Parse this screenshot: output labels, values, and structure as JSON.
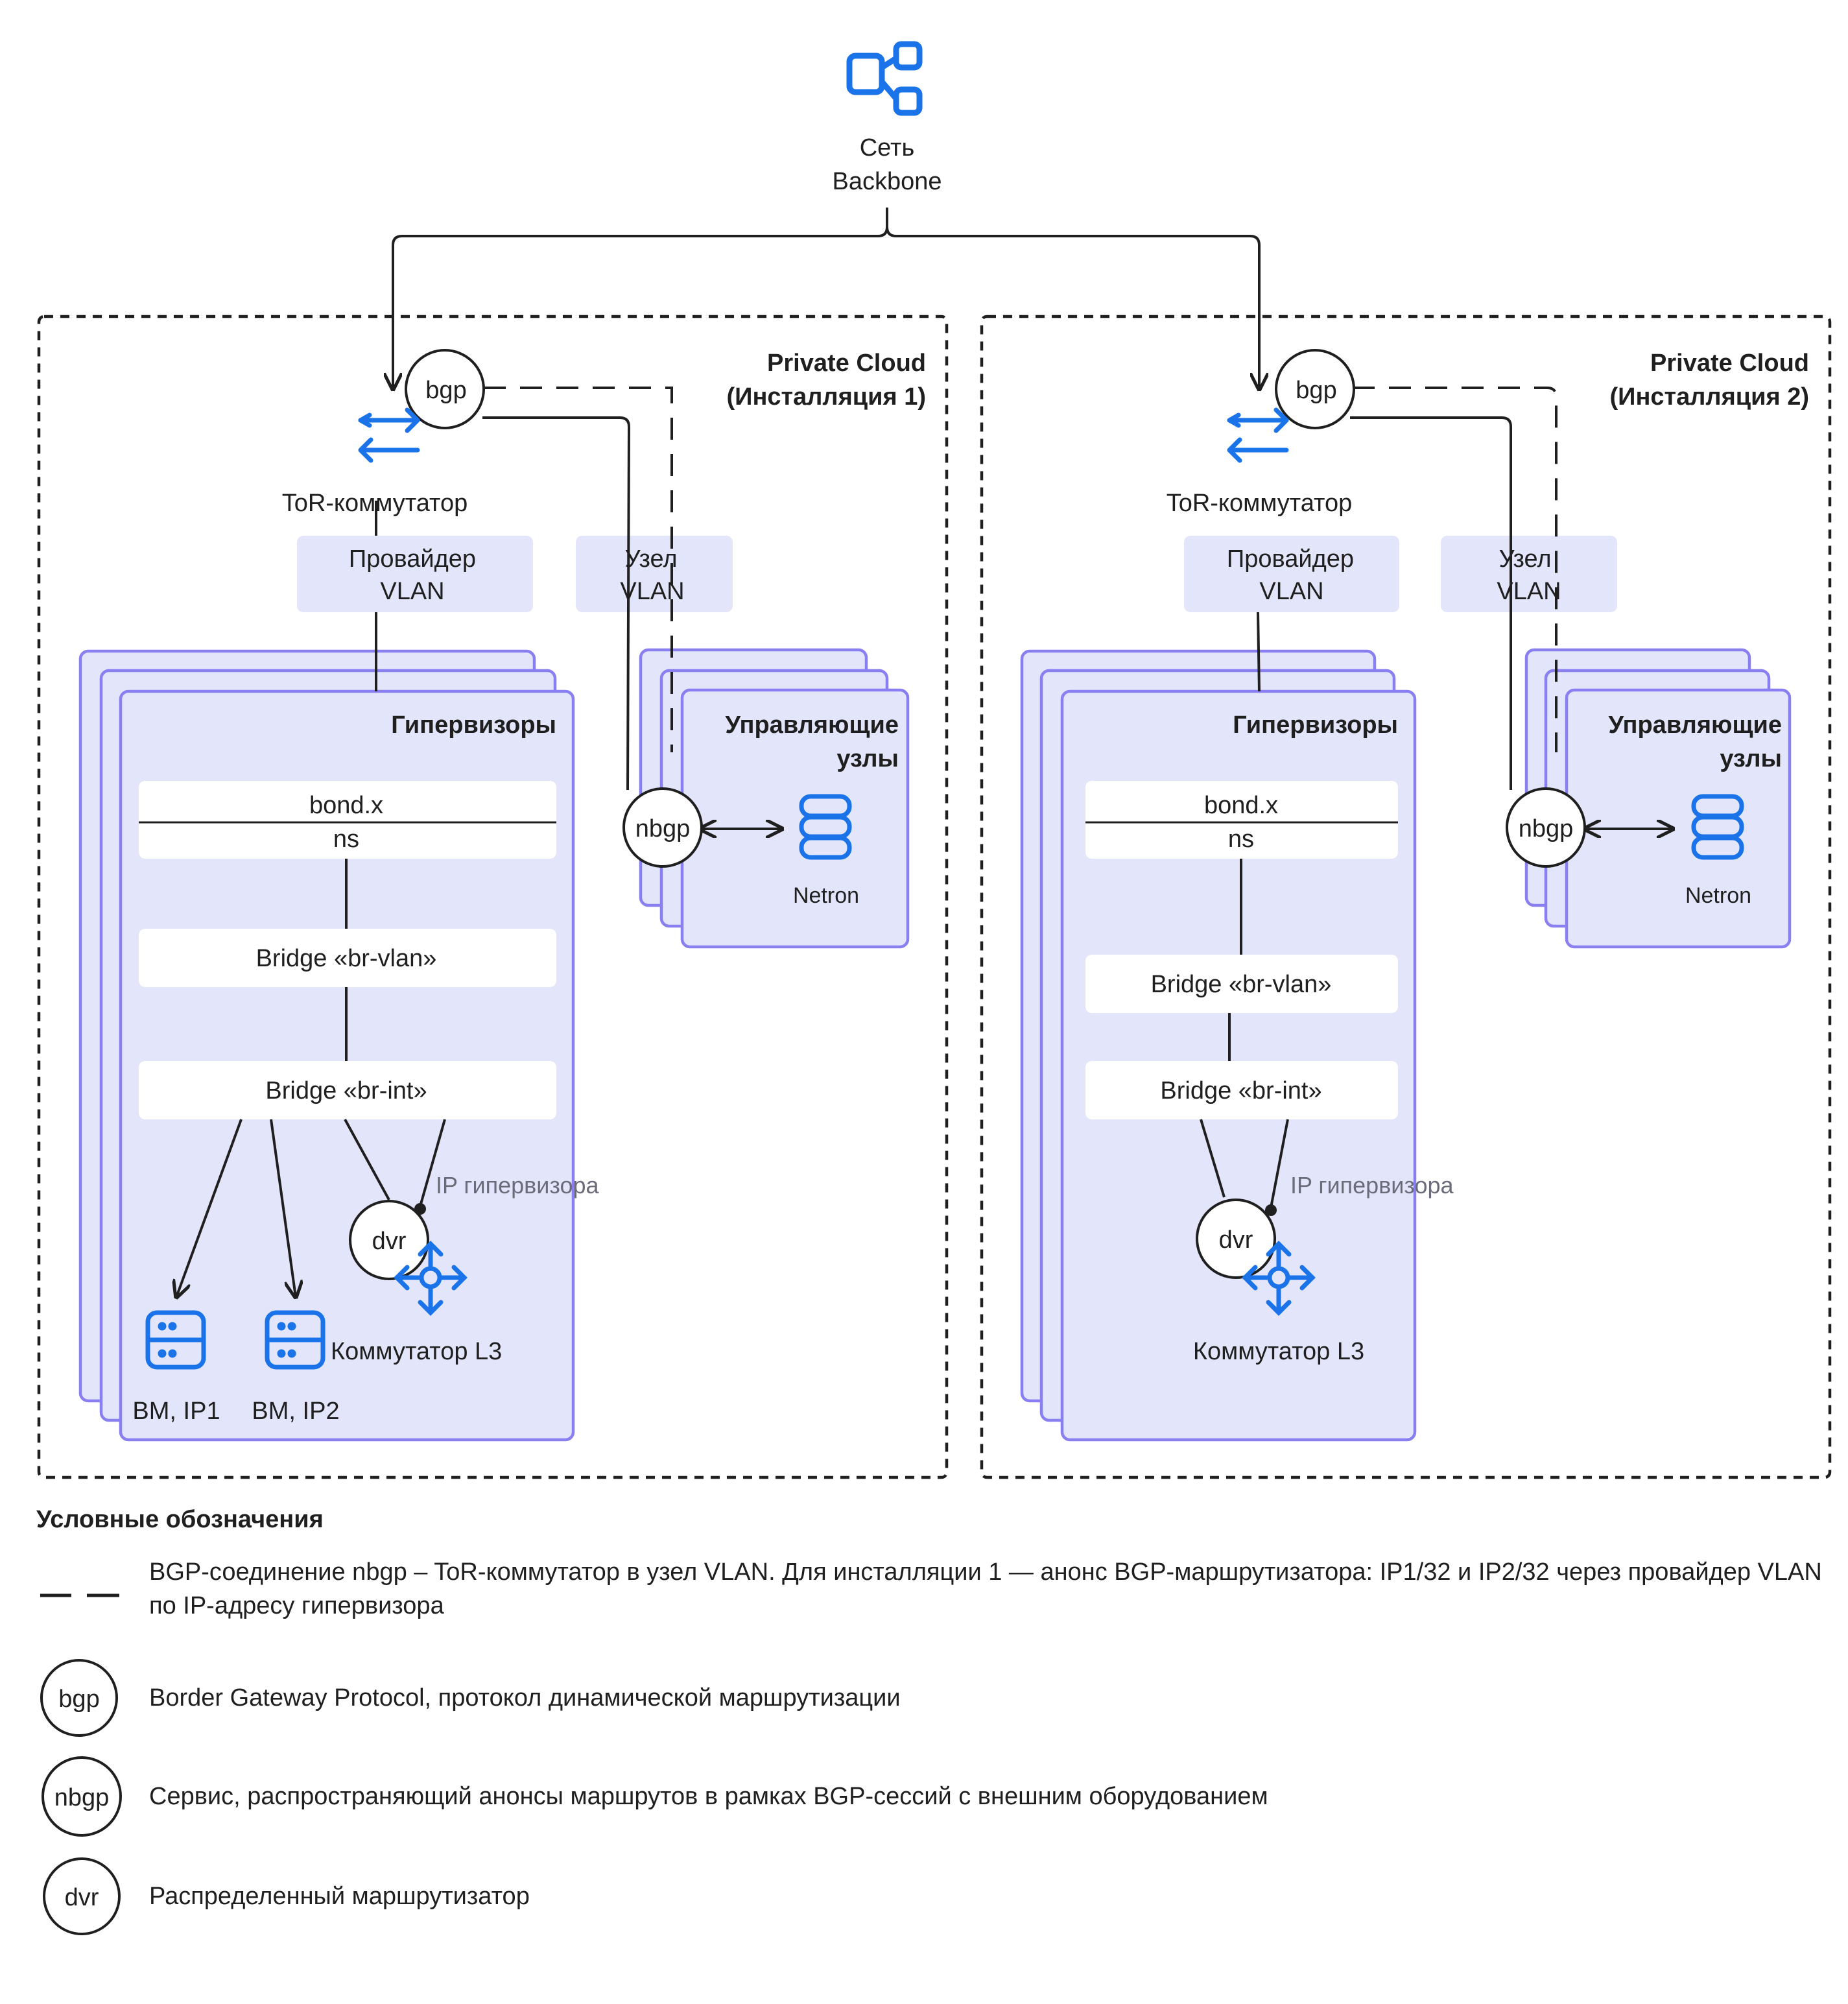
{
  "backbone": {
    "line1": "Сеть",
    "line2": "Backbone"
  },
  "installations": [
    {
      "title_line1": "Private Cloud",
      "title_line2": "(Инсталляция 1)",
      "bgp": "bgp",
      "tor_label": "ToR-коммутатор",
      "provider_vlan": {
        "line1": "Провайдер",
        "line2": "VLAN"
      },
      "node_vlan": {
        "line1": "Узел",
        "line2": "VLAN"
      },
      "hypervisors_title": "Гипервизоры",
      "bond": "bond.x",
      "ns": "ns",
      "bridge_vlan": "Bridge «br-vlan»",
      "bridge_int": "Bridge «br-int»",
      "ip_hypervisor": "IP гипервизора",
      "dvr": "dvr",
      "l3_switch": "Коммутатор L3",
      "bm1": "BM, IP1",
      "bm2": "BM, IP2",
      "control_title_line1": "Управляющие",
      "control_title_line2": "узлы",
      "nbgp": "nbgp",
      "netron": "Netron"
    },
    {
      "title_line1": "Private Cloud",
      "title_line2": "(Инсталляция 2)",
      "bgp": "bgp",
      "tor_label": "ToR-коммутатор",
      "provider_vlan": {
        "line1": "Провайдер",
        "line2": "VLAN"
      },
      "node_vlan": {
        "line1": "Узел",
        "line2": "VLAN"
      },
      "hypervisors_title": "Гипервизоры",
      "bond": "bond.x",
      "ns": "ns",
      "bridge_vlan": "Bridge «br-vlan»",
      "bridge_int": "Bridge «br-int»",
      "ip_hypervisor": "IP гипервизора",
      "dvr": "dvr",
      "l3_switch": "Коммутатор L3",
      "control_title_line1": "Управляющие",
      "control_title_line2": "узлы",
      "nbgp": "nbgp",
      "netron": "Netron"
    }
  ],
  "legend": {
    "title": "Условные обозначения",
    "items": [
      {
        "symbol": "dashed-line",
        "text": "BGP-соединение nbgp – ToR-коммутатор в узел VLAN. Для инсталляции 1 — анонс BGP-маршрутизатора: IP1/32 и IP2/32 через провайдер VLAN по IP-адресу гипервизора"
      },
      {
        "symbol": "bgp",
        "text": "Border Gateway Protocol, протокол динамической маршрутизации"
      },
      {
        "symbol": "nbgp",
        "text": "Сервис, распространяющий анонсы маршрутов в рамках BGP-сессий с внешним оборудованием"
      },
      {
        "symbol": "dvr",
        "text": "Распределенный маршрутизатор"
      }
    ]
  },
  "colors": {
    "accent_blue": "#1a73e8",
    "stack_fill": "#e3e6fb",
    "stack_border": "#8a7ff0",
    "vlan_fill": "#e3e6fb",
    "line": "#1f1f1f"
  }
}
